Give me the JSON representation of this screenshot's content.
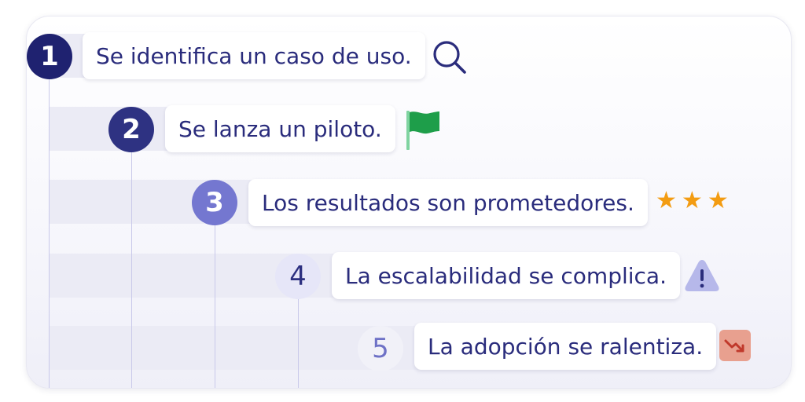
{
  "steps": [
    {
      "number": "1",
      "text": "Se identifica un caso de uso.",
      "icon": "search-icon"
    },
    {
      "number": "2",
      "text": "Se lanza un piloto.",
      "icon": "flag-icon"
    },
    {
      "number": "3",
      "text": "Los resultados son prometedores.",
      "icon": "star-rating-icon"
    },
    {
      "number": "4",
      "text": "La escalabilidad se complica.",
      "icon": "warning-icon"
    },
    {
      "number": "5",
      "text": "La adopción se ralentiza.",
      "icon": "trending-down-icon"
    }
  ],
  "colors": {
    "circle_1": "#1f2270",
    "circle_2": "#2e3282",
    "circle_3": "#7477d0",
    "flag": "#1e9e4a",
    "star": "#f39c12",
    "warning": "#b6b8ea",
    "trend_down_bg": "#e8a08f",
    "trend_down_arrow": "#c0392b"
  },
  "rating": {
    "stars": 3
  }
}
